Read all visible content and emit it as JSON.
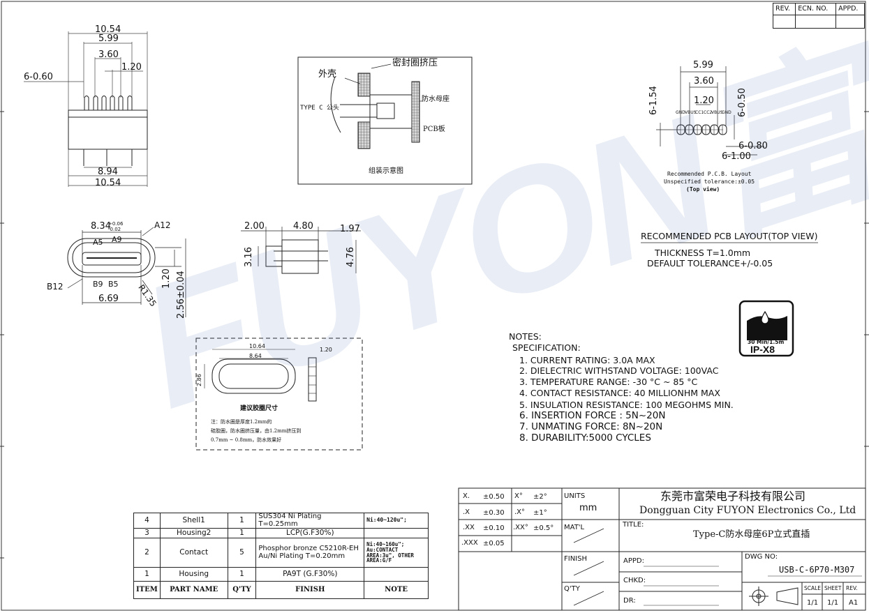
{
  "revision_table": {
    "headers": [
      "REV.",
      "ECN. NO.",
      "APPD."
    ]
  },
  "watermark": "FUYON富荣",
  "top_view": {
    "d1": "10.54",
    "d2": "5.99",
    "d3": "3.60",
    "d4": "1.20",
    "d5": "6-0.60",
    "d6": "8.94",
    "d7": "10.54"
  },
  "assembly": {
    "label_shell": "外壳",
    "label_seal": "密封圈挤压",
    "label_plug": "TYPE C 公头",
    "label_socket": "防水母座",
    "label_pcb": "PCB板",
    "caption": "组装示意图"
  },
  "pcb_layout": {
    "d1": "5.99",
    "d2": "3.60",
    "d3": "1.20",
    "d4": "6-1.54",
    "d5": "6-0.50",
    "d6": "6-0.80",
    "d7": "6-1.00",
    "pins": [
      "GND",
      "VBUS",
      "CC1",
      "CC2",
      "VBUS",
      "GND"
    ],
    "cap1": "Recommended P.C.B. Layout",
    "cap2": "Unspecified tolerance:±0.05",
    "cap3": "(Top view)"
  },
  "pcb_spec": {
    "title": "RECOMMENDED PCB LAYOUT(TOP VIEW)",
    "thickness": "THICKNESS T=1.0mm",
    "tolerance": "DEFAULT TOLERANCE+/-0.05"
  },
  "front_view": {
    "width": "8.34",
    "tol_up": "+0.06",
    "tol_down": "-0.02",
    "a12": "A12",
    "a5": "A5",
    "a9": "A9",
    "b12": "B12",
    "b9": "B9",
    "b5": "B5",
    "r": "R1.35",
    "d620": "1.20",
    "d669": "6.69",
    "dh": "2.56±0.04"
  },
  "side_view": {
    "d1": "2.00",
    "d2": "4.80",
    "d3": "1.97",
    "d4": "3.16",
    "d5": "4.76"
  },
  "panel_cutout": {
    "d1": "10.64",
    "d2": "8.64",
    "d3": "1.20",
    "d4": "2.86",
    "caption": "建议胶圈尺寸",
    "note1": "注：防水圈是厚度1.2mm的",
    "note2": "硅胶圈，防水圈挤压量，由1.2mm挤压到",
    "note3": "0.7mm ~ 0.8mm，防水效果好"
  },
  "ip_badge": {
    "depth": "30 Min/1.5m",
    "rating": "IP-X8"
  },
  "notes": {
    "title": "NOTES:",
    "spec": "SPECIFICATION:",
    "items": [
      "1. CURRENT RATING: 3.0A MAX",
      "2. DIELECTRIC WITHSTAND VOLTAGE: 100VAC",
      "3. TEMPERATURE RANGE: -30 °C ~ 85 °C",
      "4. CONTACT RESISTANCE: 40 MILLIONHM MAX",
      "5. INSULATION RESISTANCE: 100 MEGOHMS MIN.",
      "6. INSERTION FORCE : 5N~20N",
      "7. UNMATING FORCE: 8N~20N",
      "8. DURABILITY:5000 CYCLES"
    ]
  },
  "bom": {
    "headers": [
      "ITEM",
      "PART NAME",
      "Q'TY",
      "FINISH",
      "NOTE"
    ],
    "rows": [
      {
        "item": "4",
        "name": "Shell1",
        "qty": "1",
        "finish": "SUS304 Ni Plating T=0.25mm",
        "note": "Ni:40~120u\";"
      },
      {
        "item": "3",
        "name": "Housing2",
        "qty": "1",
        "finish": "LCP(G.F30%)",
        "note": ""
      },
      {
        "item": "2",
        "name": "Contact",
        "qty": "5",
        "finish": "Phosphor bronze C5210R-EH Au/Ni Plating T=0.20mm",
        "note": "Ni:40~160u\"; Au:CONTACT AREA:3u\", OTHER AREA:G/F"
      },
      {
        "item": "1",
        "name": "Housing",
        "qty": "1",
        "finish": "PA9T (G.F30%)",
        "note": ""
      }
    ]
  },
  "title_block": {
    "tol": [
      [
        "X.",
        "±0.50",
        "X°",
        "±2°"
      ],
      [
        ".X",
        "±0.30",
        ".X°",
        "±1°"
      ],
      [
        ".XX",
        "±0.10",
        ".XX°",
        "±0.5°"
      ],
      [
        ".XXX",
        "±0.05",
        "",
        ""
      ]
    ],
    "units_label": "UNITS",
    "units": "mm",
    "matl": "MAT'L",
    "finish": "FINISH",
    "qty": "Q'TY",
    "company_cn": "东莞市富荣电子科技有限公司",
    "company_en": "Dongguan City FUYON Electronics Co., Ltd",
    "title_label": "TITLE:",
    "title": "Type-C防水母座6P立式直插",
    "appd": "APPD:",
    "chkd": "CHKD:",
    "dr": "DR:",
    "dwg_label": "DWG NO:",
    "dwg": "USB-C-6P70-M307",
    "scale_label": "SCALE",
    "scale": "1/1",
    "sheet_label": "SHEET",
    "sheet": "1/1",
    "rev_label": "REV.",
    "rev": "A1"
  }
}
